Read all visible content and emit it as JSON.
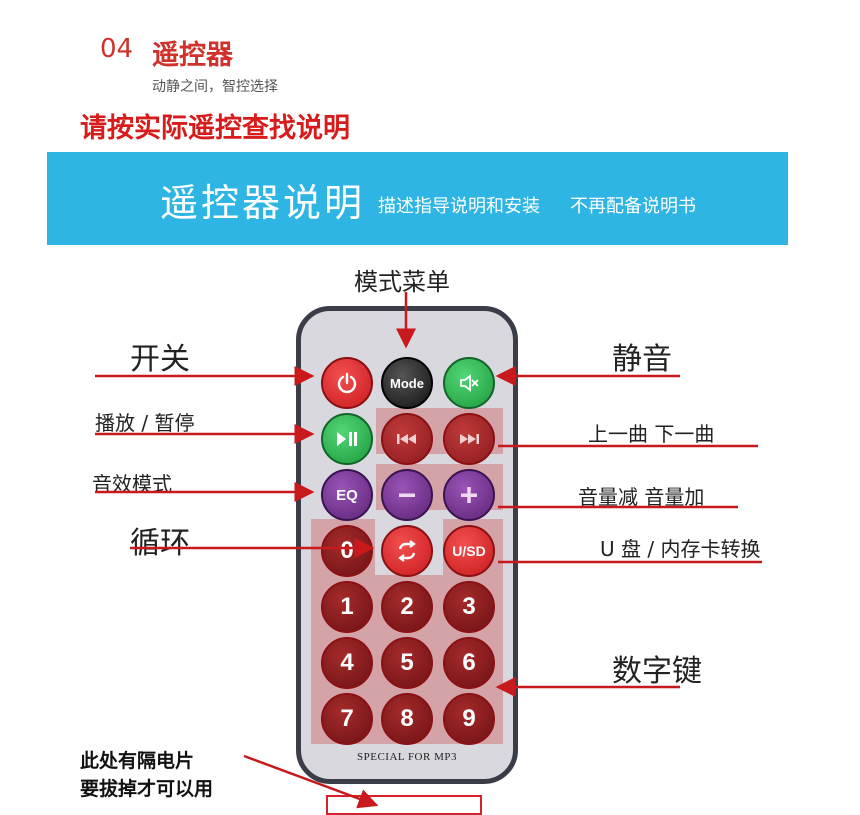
{
  "header": {
    "section_number": "04",
    "section_title": "遥控器",
    "section_subtitle": "动静之间，智控选择",
    "notice": "请按实际遥控查找说明"
  },
  "banner": {
    "title": "遥控器说明",
    "desc1": "描述指导说明和安装",
    "desc2": "不再配备说明书"
  },
  "labels": {
    "mode_menu": "模式菜单",
    "power": "开关",
    "mute": "静音",
    "play_pause": "播放 / 暂停",
    "prev_next": "上一曲  下一曲",
    "eq_mode": "音效模式",
    "volume": "音量减  音量加",
    "loop": "循环",
    "usd": "U 盘 / 内存卡转换",
    "number_keys": "数字键",
    "bottom_note_line1": "此处有隔电片",
    "bottom_note_line2": "要拔掉才可以用"
  },
  "remote": {
    "mode_label": "Mode",
    "eq_label": "EQ",
    "usd_label": "U/SD",
    "zero_label": "0",
    "numbers": [
      "1",
      "2",
      "3",
      "4",
      "5",
      "6",
      "7",
      "8",
      "9"
    ],
    "footer_text": "SPECIAL FOR MP3"
  },
  "colors": {
    "accent_red": "#d0322b",
    "banner_blue": "#2eb5e3",
    "arrow_red": "#c8191c"
  }
}
